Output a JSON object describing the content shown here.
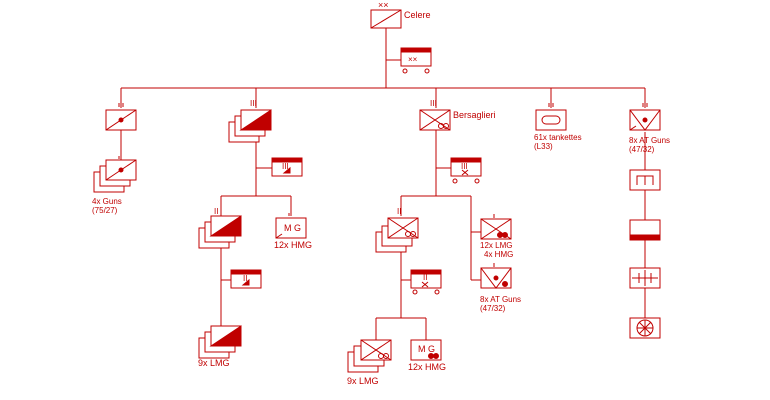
{
  "diagram": {
    "title": "Celere",
    "colors": {
      "accent": "#c00000",
      "background": "#ffffff"
    },
    "echelon_marks": {
      "division": "××",
      "regiment": "III",
      "battalion": "II",
      "company": "I"
    },
    "units": {
      "division": {
        "label": "Celere",
        "echelon": "××"
      },
      "division_hq": {
        "echelon": "××"
      },
      "artillery": {
        "label_line1": "4x Guns",
        "label_line2": "(75/27)"
      },
      "cav_regiment_hmg": {
        "label_code": "M G",
        "label": "12x HMG"
      },
      "cav_lmg": {
        "label": "9x LMG"
      },
      "bersaglieri": {
        "label": "Bersaglieri"
      },
      "bers_lmg_hmg": {
        "label_line1": "12x LMG",
        "label_line2": "4x HMG"
      },
      "bers_at": {
        "label_line1": "8x AT Guns",
        "label_line2": "(47/32)"
      },
      "bers_lmg": {
        "label": "9x LMG"
      },
      "bers_hmg": {
        "label_code": "M G",
        "label": "12x HMG"
      },
      "tankettes": {
        "label_line1": "61x tankettes",
        "label_line2": "(L33)"
      },
      "div_at": {
        "label_line1": "8x AT Guns",
        "label_line2": "(47/32)"
      }
    }
  }
}
